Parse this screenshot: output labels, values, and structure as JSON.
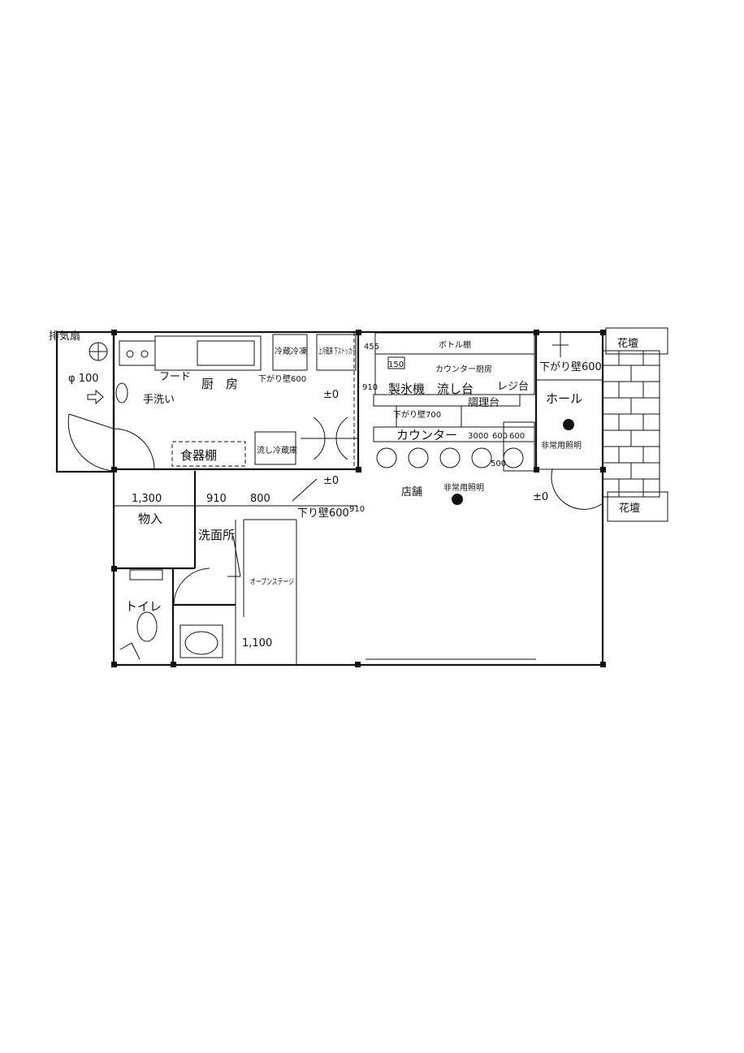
{
  "labels": {
    "exhaust_fan": "排気扇",
    "duct": "φ 100",
    "hood": "フード",
    "kitchen": "厨　房",
    "drop_wall_600_kitchen": "下がり壁600",
    "hand_wash": "手洗い",
    "level_0_a": "±0",
    "level_0_b": "±0",
    "level_0_c": "±0",
    "dish_shelf": "食器棚",
    "sink_fridge_left": "流し冷蔵庫",
    "upper_fridge": "上冷蔵庫 下ストッカー",
    "fridge_box": "冷蔵冷凍",
    "dim_455": "455",
    "dim_910_a": "910",
    "dim_910_b": "910",
    "dim_1300": "1,300",
    "dim_910_c": "910",
    "dim_800": "800",
    "dim_1100": "1,100",
    "dim_3000": "3000",
    "dim_600": "600",
    "dim_500": "500",
    "dim_600b": "600",
    "bottle_shelf": "ボトル棚",
    "counter_kitchen": "カウンター厨房",
    "ice_maker": "製氷機",
    "sink": "流し台",
    "register": "レジ台",
    "cooking_stand": "調理台",
    "drop_wall_700": "下がり壁700",
    "counter": "カウンター",
    "panel_50": "150",
    "flower_bed_top": "花壇",
    "flower_bed_bottom": "花壇",
    "hall": "ホール",
    "drop_wall_600_hall": "下がり壁600",
    "emergency_light_a": "非常用照明",
    "emergency_light_b": "非常用照明",
    "shop": "店舗",
    "storage": "物入",
    "washroom": "洗面所",
    "drop_wall_600_shop": "下り壁600",
    "open_stage": "オープンステージ",
    "toilet": "トイレ"
  }
}
